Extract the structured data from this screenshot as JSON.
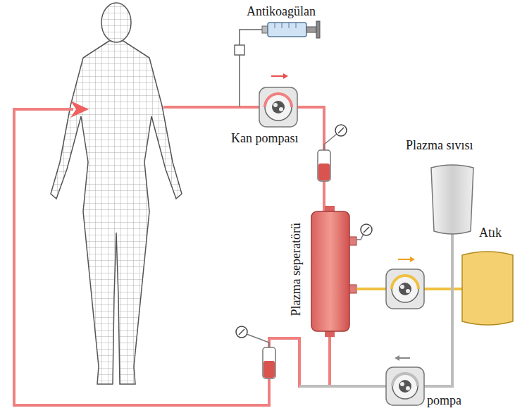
{
  "diagram": {
    "labels": [
      "Antikoagülan",
      "Kan pompası",
      "Plazma sıvısı",
      "Atık",
      "Plazma seperatörü",
      "pompa"
    ]
  }
}
